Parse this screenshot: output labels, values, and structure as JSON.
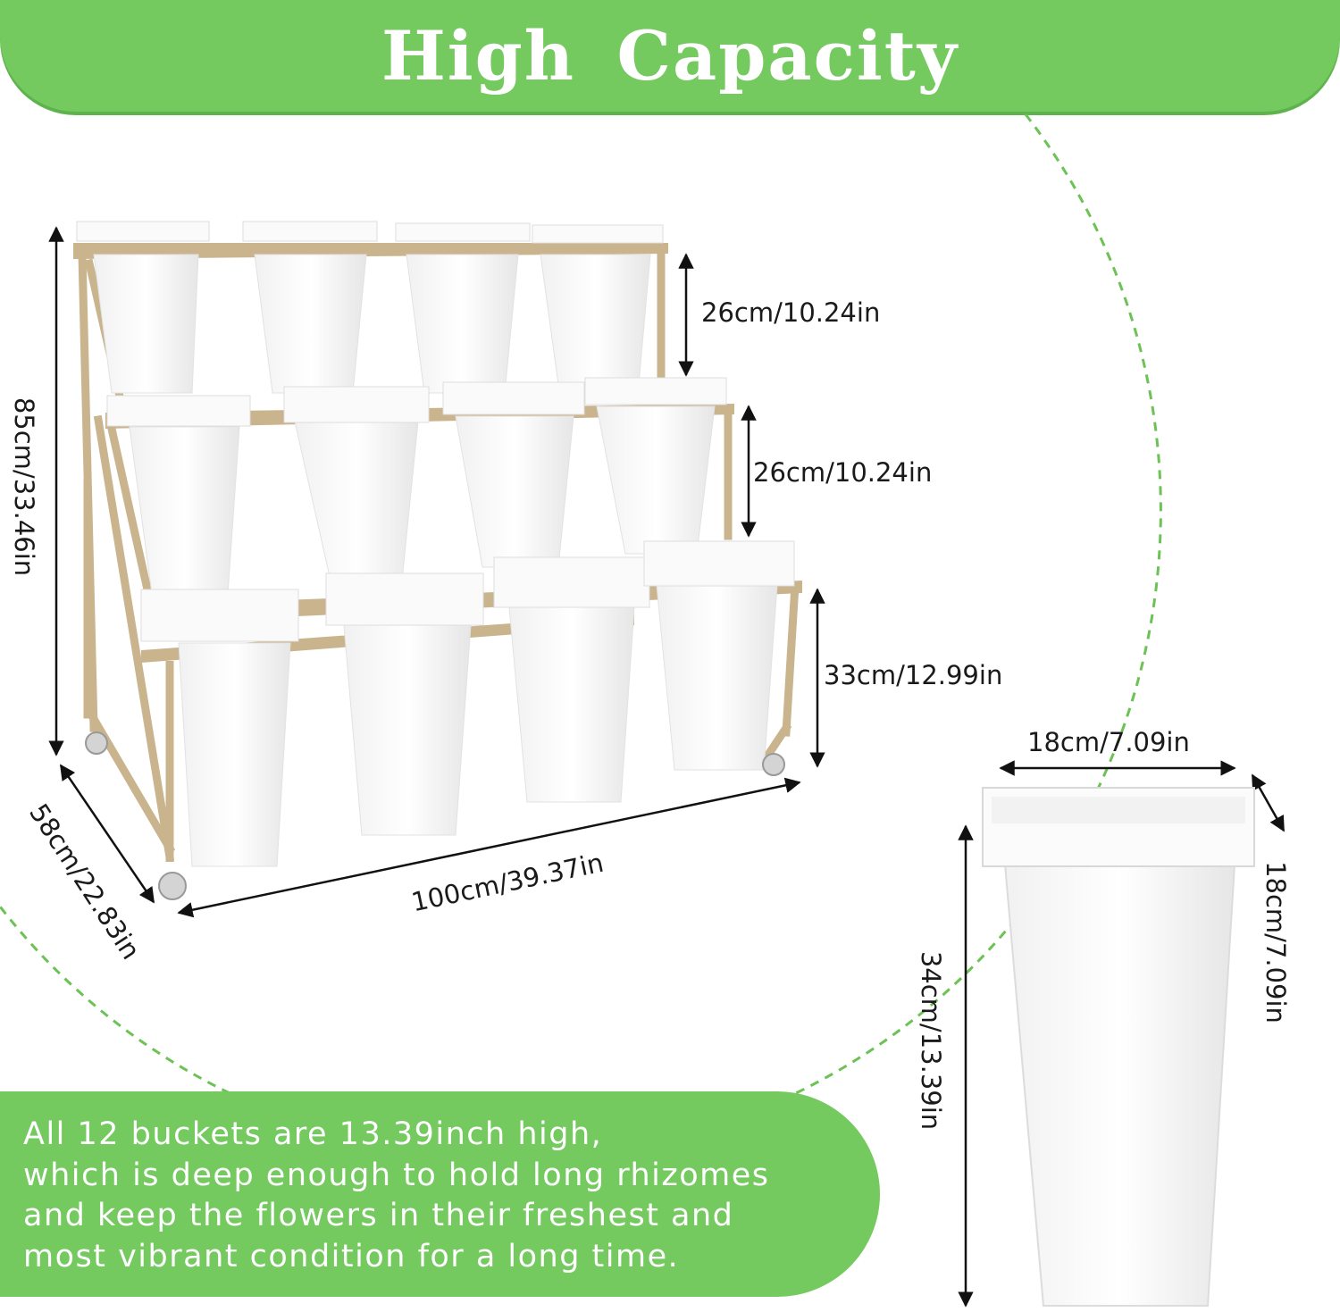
{
  "header": {
    "title": "High Capacity"
  },
  "dimensions": {
    "tier_top_height": "26cm/10.24in",
    "tier_middle_height": "26cm/10.24in",
    "tier_bottom_height": "33cm/12.99in",
    "total_height": "85cm/33.46in",
    "depth": "58cm/22.83in",
    "width": "100cm/39.37in",
    "bucket_top_width": "18cm/7.09in",
    "bucket_top_depth": "18cm/7.09in",
    "bucket_height": "34cm/13.39in"
  },
  "info": {
    "lines": [
      "All 12 buckets are 13.39inch high,",
      "which is deep enough to hold long rhizomes",
      "and keep the flowers in their freshest and",
      "most vibrant condition for a long time."
    ]
  },
  "colors": {
    "banner_green": "#74c95f",
    "frame_gold": "#c9b48e",
    "dashed_circle": "#6cc255"
  }
}
